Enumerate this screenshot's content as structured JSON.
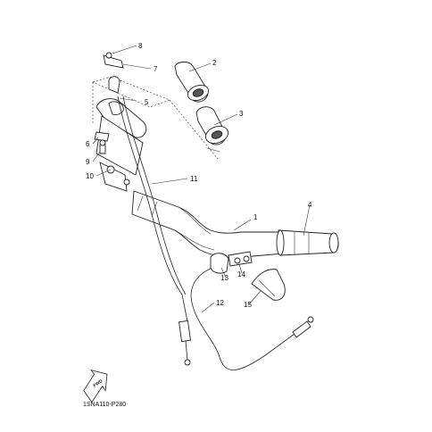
{
  "diagram": {
    "code": "1SNA110-P280",
    "fwd_label": "FWD",
    "callouts": {
      "c1": "1",
      "c2": "2",
      "c3": "3",
      "c4": "4",
      "c5": "5",
      "c6": "6",
      "c7": "7",
      "c8": "8",
      "c9": "9",
      "c10": "10",
      "c11": "11",
      "c12": "12",
      "c13": "13",
      "c14": "14",
      "c15": "15"
    }
  }
}
